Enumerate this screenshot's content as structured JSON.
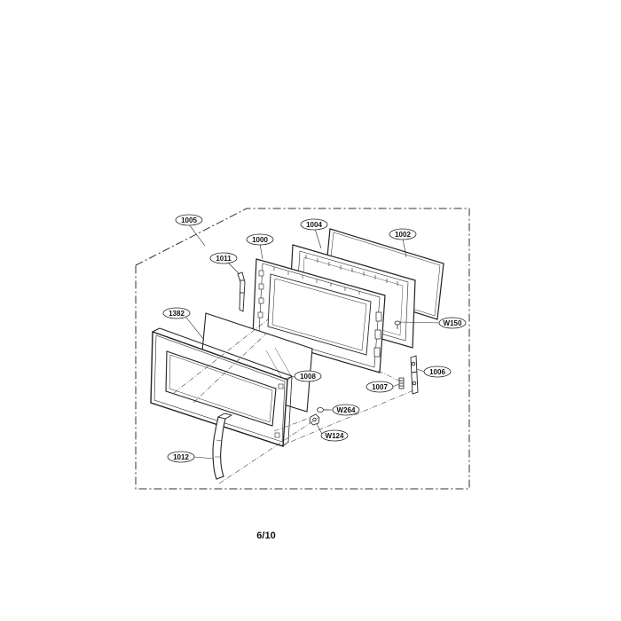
{
  "diagram": {
    "callouts": [
      {
        "id": "1005",
        "label": "1005"
      },
      {
        "id": "1004",
        "label": "1004"
      },
      {
        "id": "1002",
        "label": "1002"
      },
      {
        "id": "1000",
        "label": "1000"
      },
      {
        "id": "1011",
        "label": "1011"
      },
      {
        "id": "1382",
        "label": "1382"
      },
      {
        "id": "W150",
        "label": "W150"
      },
      {
        "id": "1008",
        "label": "1008"
      },
      {
        "id": "1006",
        "label": "1006"
      },
      {
        "id": "1007",
        "label": "1007"
      },
      {
        "id": "W264",
        "label": "W264"
      },
      {
        "id": "W124",
        "label": "W124"
      },
      {
        "id": "1012",
        "label": "1012"
      }
    ]
  },
  "page": {
    "number": "6/10"
  }
}
